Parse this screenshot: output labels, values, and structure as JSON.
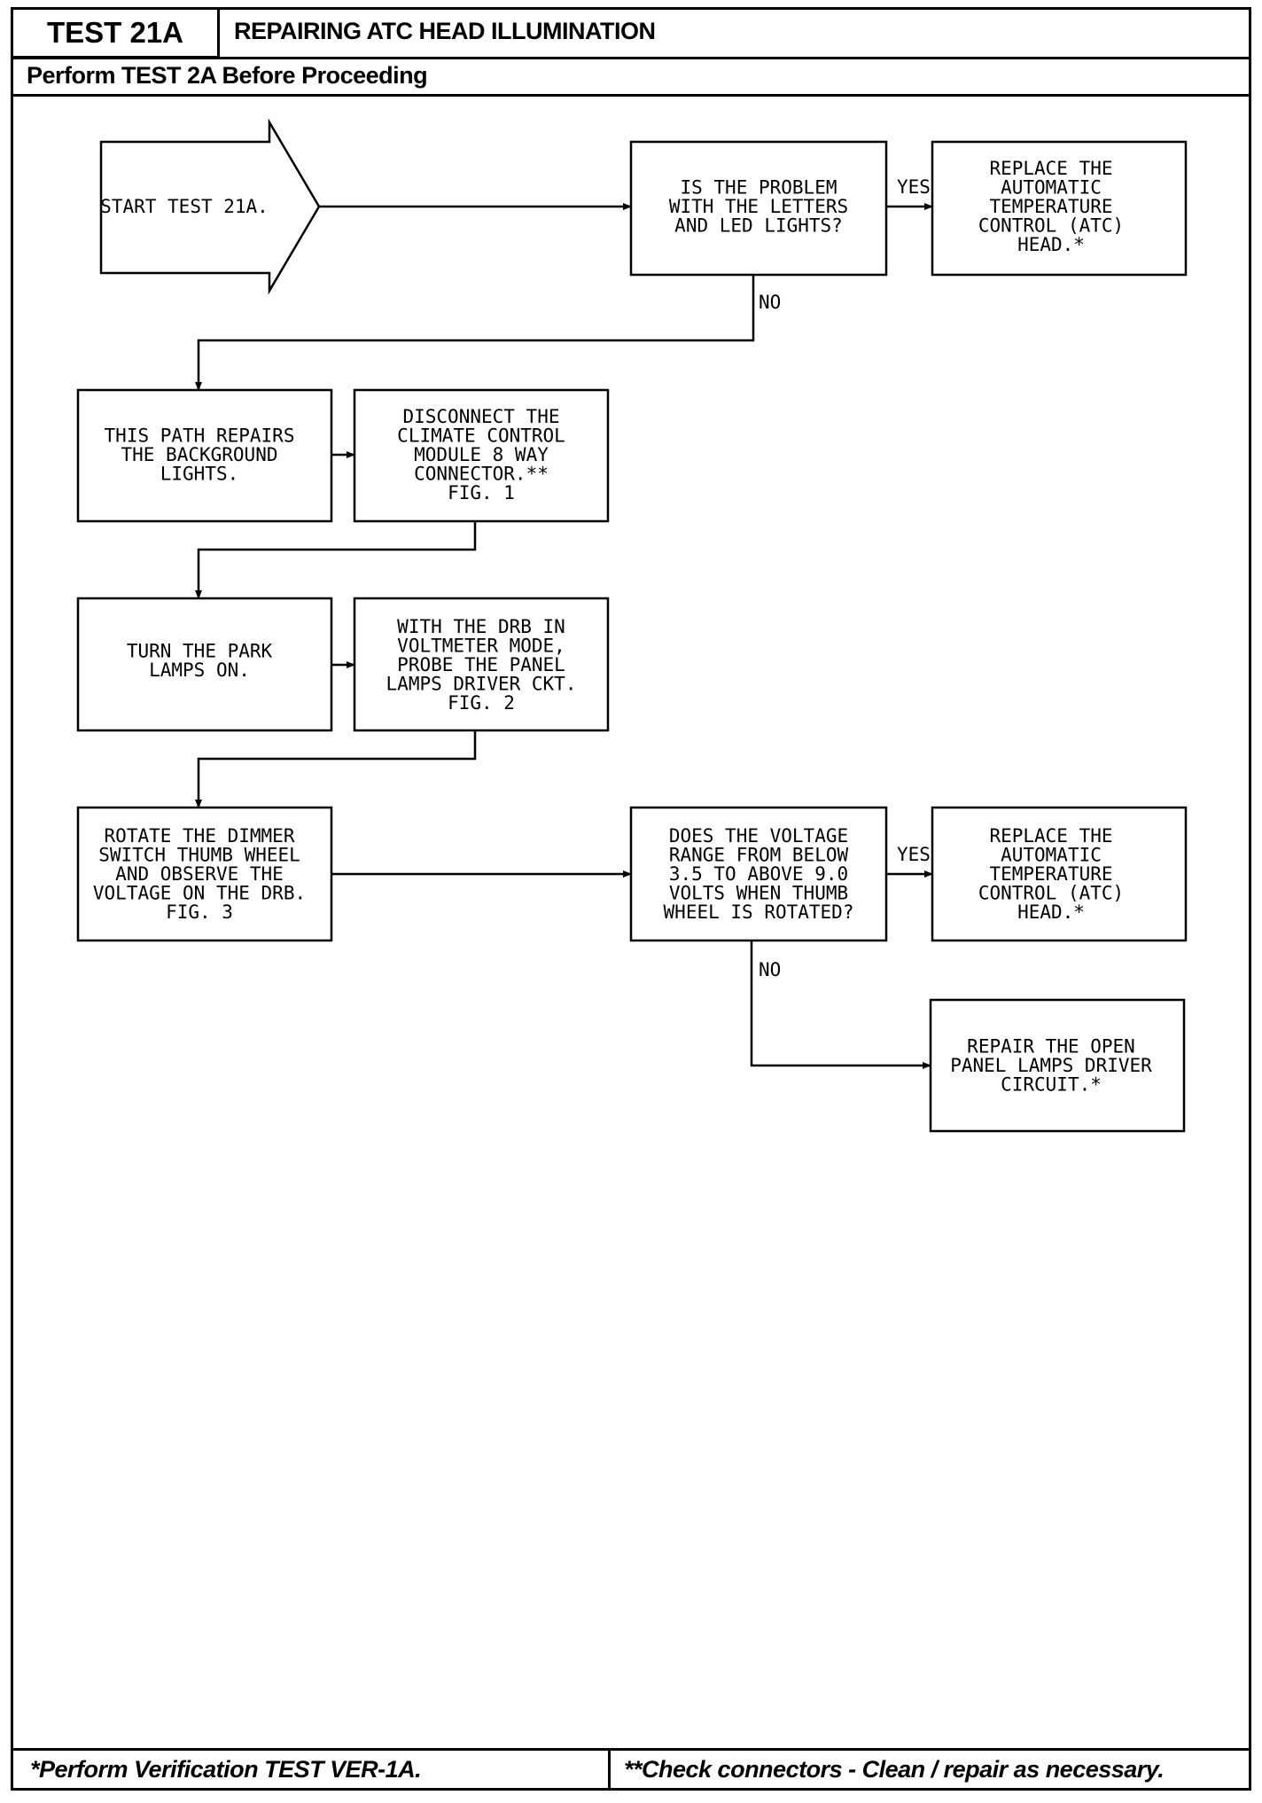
{
  "header": {
    "test_id": "TEST 21A",
    "title": "REPAIRING ATC HEAD ILLUMINATION",
    "prerequisite": "Perform TEST 2A Before Proceeding"
  },
  "footer": {
    "note_single": "*Perform Verification TEST VER-1A.",
    "note_double": "**Check connectors - Clean / repair as necessary."
  },
  "flowchart": {
    "start": [
      "START TEST 21A."
    ],
    "question_1": [
      "IS THE PROBLEM",
      "WITH THE LETTERS",
      "AND LED LIGHTS?"
    ],
    "replace_1": [
      "REPLACE THE",
      "AUTOMATIC",
      "TEMPERATURE",
      "CONTROL (ATC)",
      "HEAD.*"
    ],
    "background_path": [
      "THIS PATH REPAIRS",
      "THE BACKGROUND",
      "LIGHTS."
    ],
    "disconnect": [
      "DISCONNECT THE",
      "CLIMATE CONTROL",
      "MODULE 8 WAY",
      "CONNECTOR.**",
      "FIG. 1"
    ],
    "park_lamps": [
      "TURN THE PARK",
      "LAMPS ON."
    ],
    "probe": [
      "WITH THE DRB IN",
      "VOLTMETER MODE,",
      "PROBE THE PANEL",
      "LAMPS DRIVER CKT.",
      "FIG. 2"
    ],
    "rotate": [
      "ROTATE THE DIMMER",
      "SWITCH THUMB WHEEL",
      "AND OBSERVE THE",
      "VOLTAGE ON THE DRB.",
      "FIG. 3"
    ],
    "question_2": [
      "DOES THE VOLTAGE",
      "RANGE FROM BELOW",
      "3.5 TO ABOVE 9.0",
      "VOLTS WHEN THUMB",
      "WHEEL IS ROTATED?"
    ],
    "replace_2": [
      "REPLACE THE",
      "AUTOMATIC",
      "TEMPERATURE",
      "CONTROL (ATC)",
      "HEAD.*"
    ],
    "repair_open": [
      "REPAIR THE OPEN",
      "PANEL LAMPS DRIVER",
      "CIRCUIT.*"
    ],
    "yes_label": "YES",
    "no_label": "NO"
  }
}
